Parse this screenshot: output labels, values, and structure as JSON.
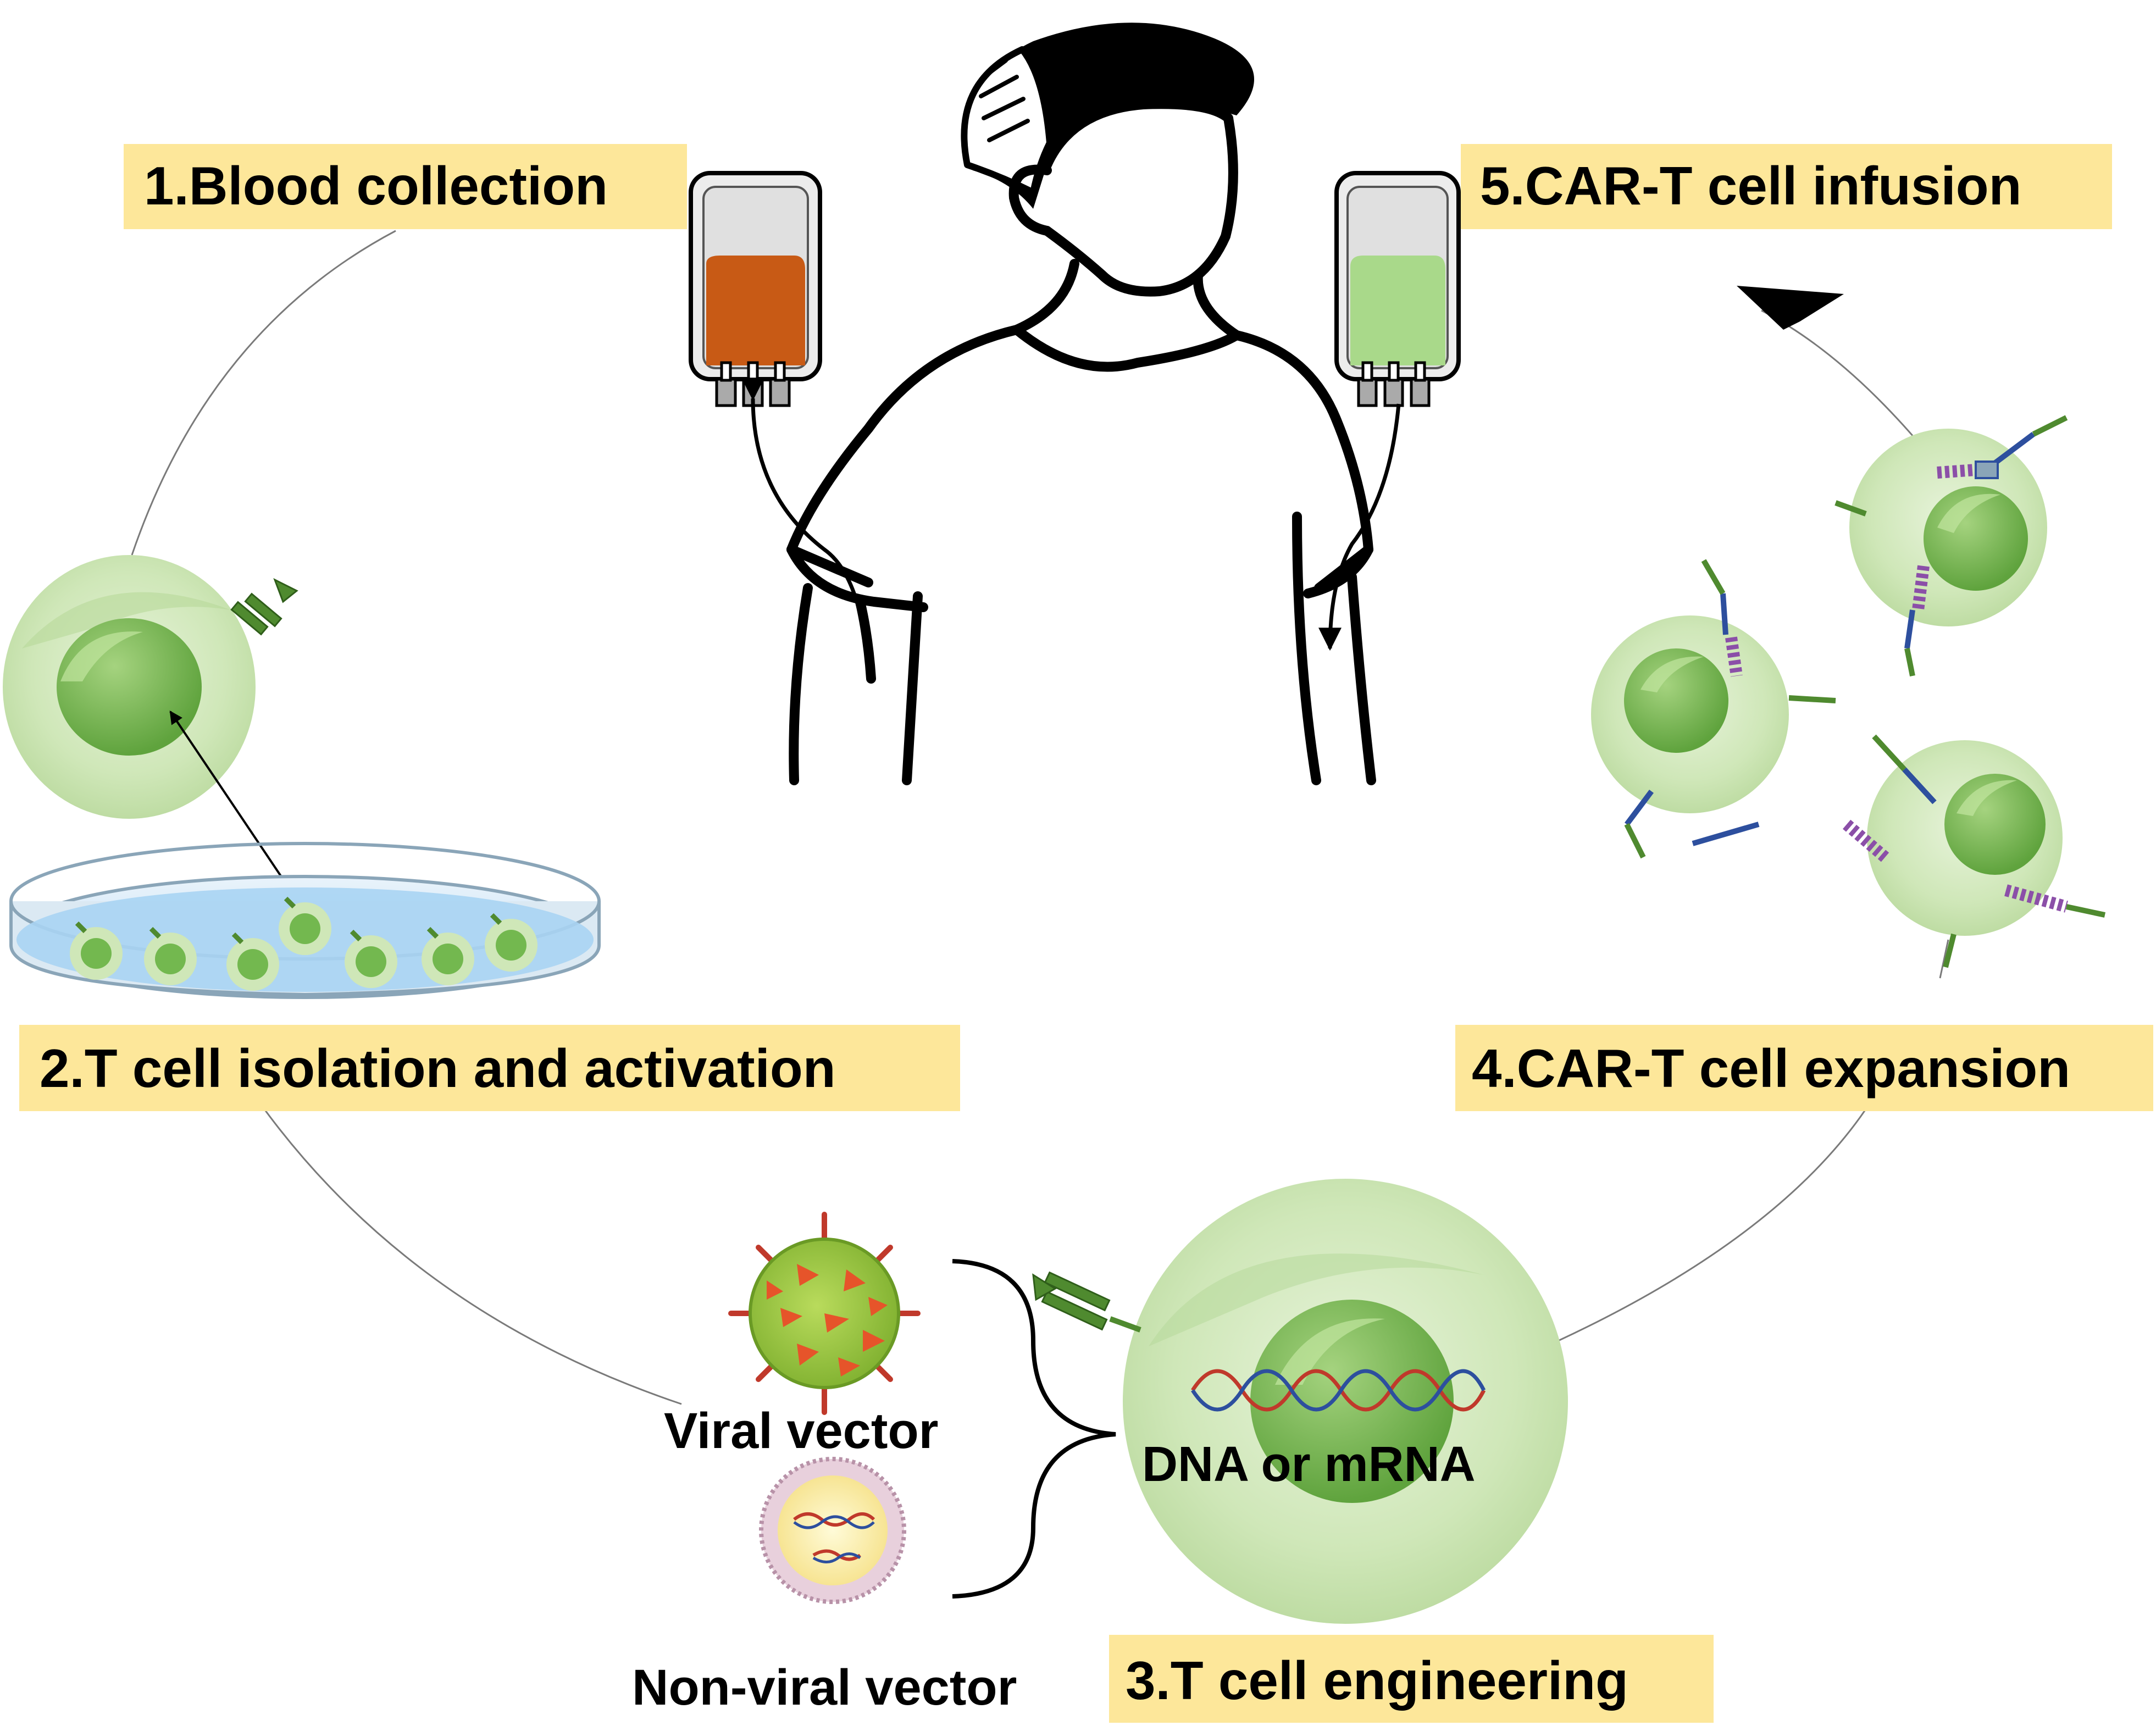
{
  "steps": [
    {
      "label": "1.Blood collection"
    },
    {
      "label": "2.T cell isolation and activation"
    },
    {
      "label": "3.T cell engineering"
    },
    {
      "label": "4.CAR-T cell expansion"
    },
    {
      "label": "5.CAR-T cell infusion"
    }
  ],
  "vectors": {
    "viral": "Viral vector",
    "non_viral": "Non-viral vector"
  },
  "genetic_material": "DNA or mRNA",
  "colors": {
    "label_background": "#fde79a",
    "cell_outer": "#cfe7b8",
    "cell_nucleus": "#73b84f",
    "blood_bag_fill": "#c85a15",
    "car_t_bag_fill": "#a9d98a",
    "dish_liquid": "#a9d4f3",
    "virus_body": "#8bbd37",
    "virus_spikes": "#e6542a",
    "liposome_core": "#fff3a8",
    "liposome_shell": "#d8b5c8",
    "receptor_green": "#4f8a2f",
    "receptor_blue": "#2d4f9e",
    "receptor_purple": "#8b4fa8",
    "outline": "#000000"
  }
}
